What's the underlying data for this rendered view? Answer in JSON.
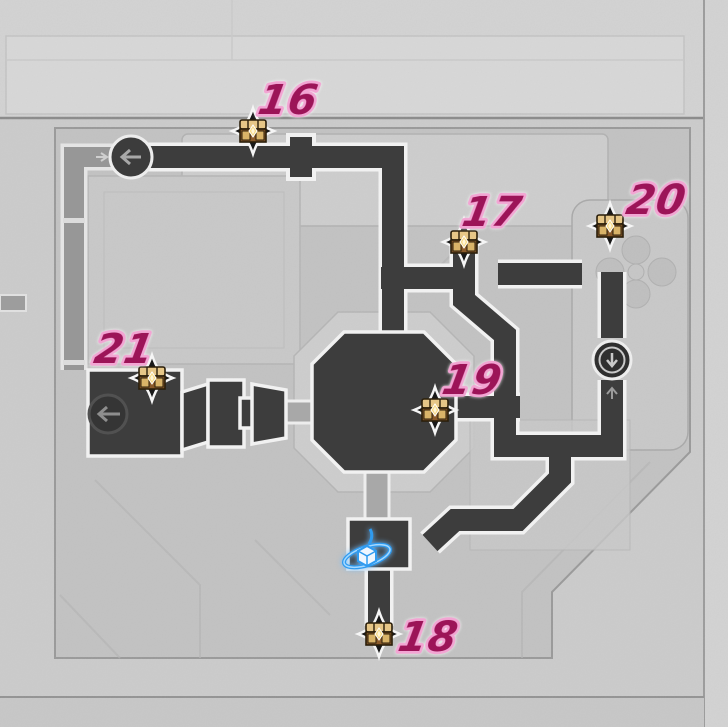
{
  "map": {
    "chest_markers": [
      {
        "id": "chest-16",
        "label": "16"
      },
      {
        "id": "chest-17",
        "label": "17"
      },
      {
        "id": "chest-18",
        "label": "18"
      },
      {
        "id": "chest-19",
        "label": "19"
      },
      {
        "id": "chest-20",
        "label": "20"
      },
      {
        "id": "chest-21",
        "label": "21"
      }
    ],
    "nav_markers": [
      {
        "id": "exit-top-left",
        "icon": "left-arrow-circle-icon"
      },
      {
        "id": "elevator-right",
        "icon": "down-arrow-circle-icon"
      },
      {
        "id": "room-exit-left",
        "icon": "left-arrow-circle-icon"
      },
      {
        "id": "up-arrow-right",
        "icon": "up-arrow-icon"
      },
      {
        "id": "entry-tick",
        "icon": "right-arrow-icon"
      }
    ],
    "special_marker": {
      "id": "memory-bubble",
      "icon": "cube-with-orbit-ring-icon"
    },
    "colors": {
      "label_fill": "#9c1458",
      "label_outline": "#f2a5d3",
      "corridor_dark": "#3d3d3d",
      "corridor_outline": "#f1f1f1",
      "chest_gold": "#d9b368",
      "chest_diamond": "#181818",
      "marker_blue": "#2f9bf0",
      "background": "#cbcbcb"
    }
  }
}
